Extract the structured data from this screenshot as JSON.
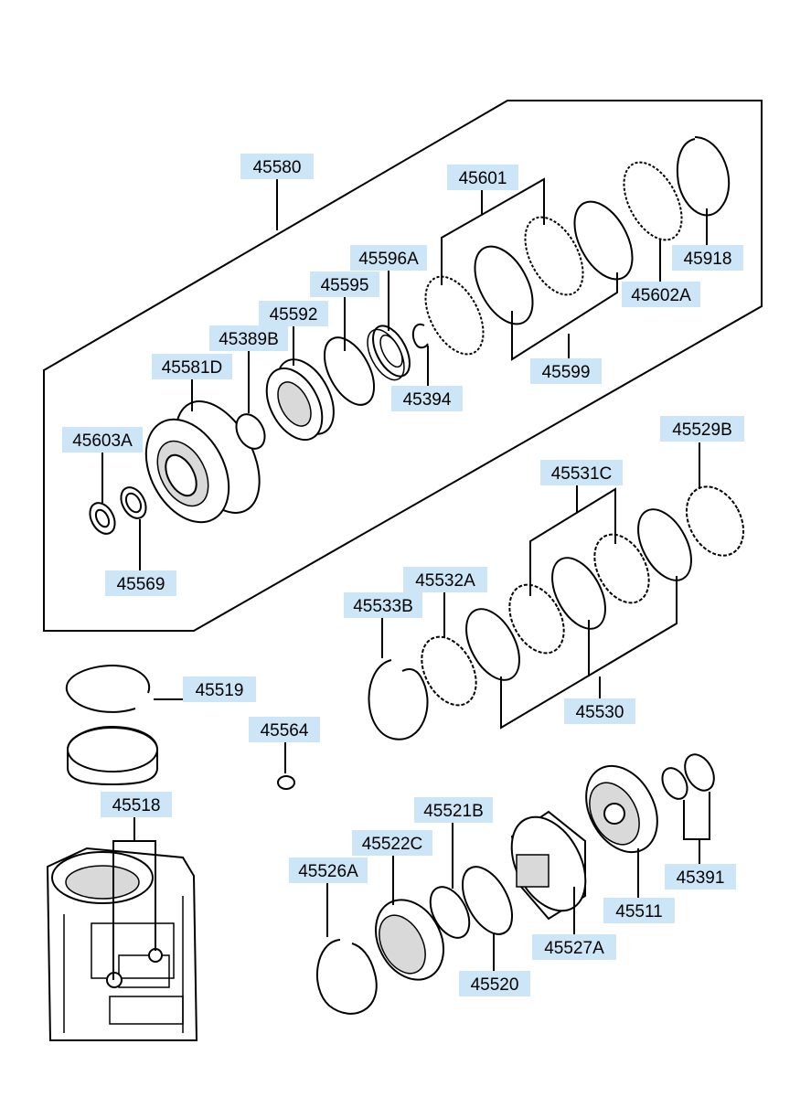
{
  "labels": {
    "p45580": "45580",
    "p45601": "45601",
    "p45596A": "45596A",
    "p45595": "45595",
    "p45592": "45592",
    "p45389B": "45389B",
    "p45581D": "45581D",
    "p45603A": "45603A",
    "p45569": "45569",
    "p45394": "45394",
    "p45599": "45599",
    "p45602A": "45602A",
    "p45918": "45918",
    "p45529B": "45529B",
    "p45531C": "45531C",
    "p45532A": "45532A",
    "p45533B": "45533B",
    "p45530": "45530",
    "p45519": "45519",
    "p45564": "45564",
    "p45518": "45518",
    "p45521B": "45521B",
    "p45522C": "45522C",
    "p45526A": "45526A",
    "p45520": "45520",
    "p45527A": "45527A",
    "p45511": "45511",
    "p45391": "45391"
  },
  "colors": {
    "label_bg": "#cde6f7",
    "line": "#000000"
  }
}
